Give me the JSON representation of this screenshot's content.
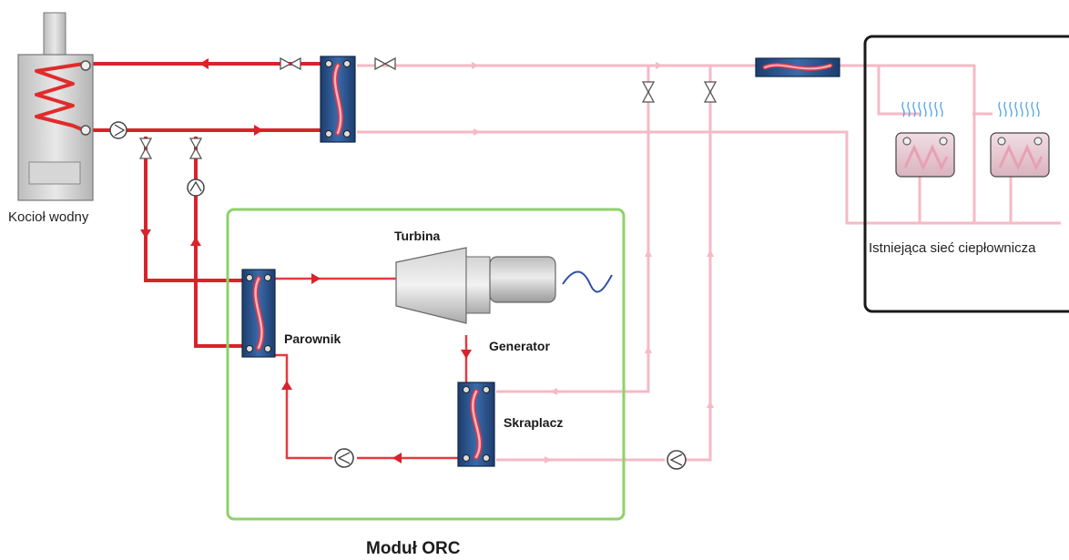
{
  "labels": {
    "boiler": "Kocioł wodny",
    "network": "Istniejąca sieć ciepłownicza",
    "turbine": "Turbina",
    "generator": "Generator",
    "evaporator": "Parownik",
    "condenser": "Skraplacz",
    "module": "Moduł ORC"
  },
  "colors": {
    "hot_pipe": "#d8232a",
    "cool_pipe": "#f6b9c6",
    "module_border": "#8fd16a",
    "network_border": "#1a1a1a",
    "exchanger_body": "#2a4f86",
    "generator_wave": "#2f4fa8"
  }
}
